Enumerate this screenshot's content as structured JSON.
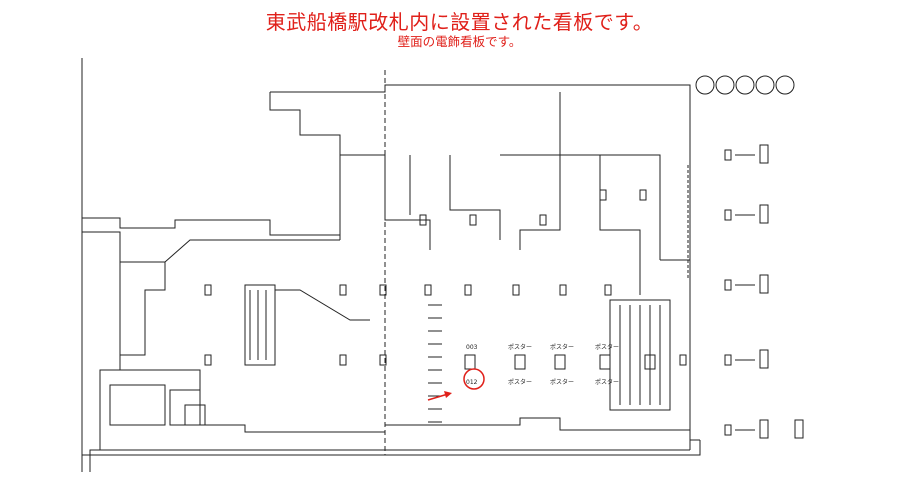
{
  "title": "東武船橋駅改札内に設置された看板です。",
  "subtitle": "壁面の電飾看板です。",
  "colors": {
    "title": "#e0201a",
    "highlight": "#e0201a",
    "lines": "#222222"
  },
  "labels": {
    "stall": "ポスター",
    "post_a": "003",
    "post_b": "012",
    "pillar_top": "003"
  }
}
